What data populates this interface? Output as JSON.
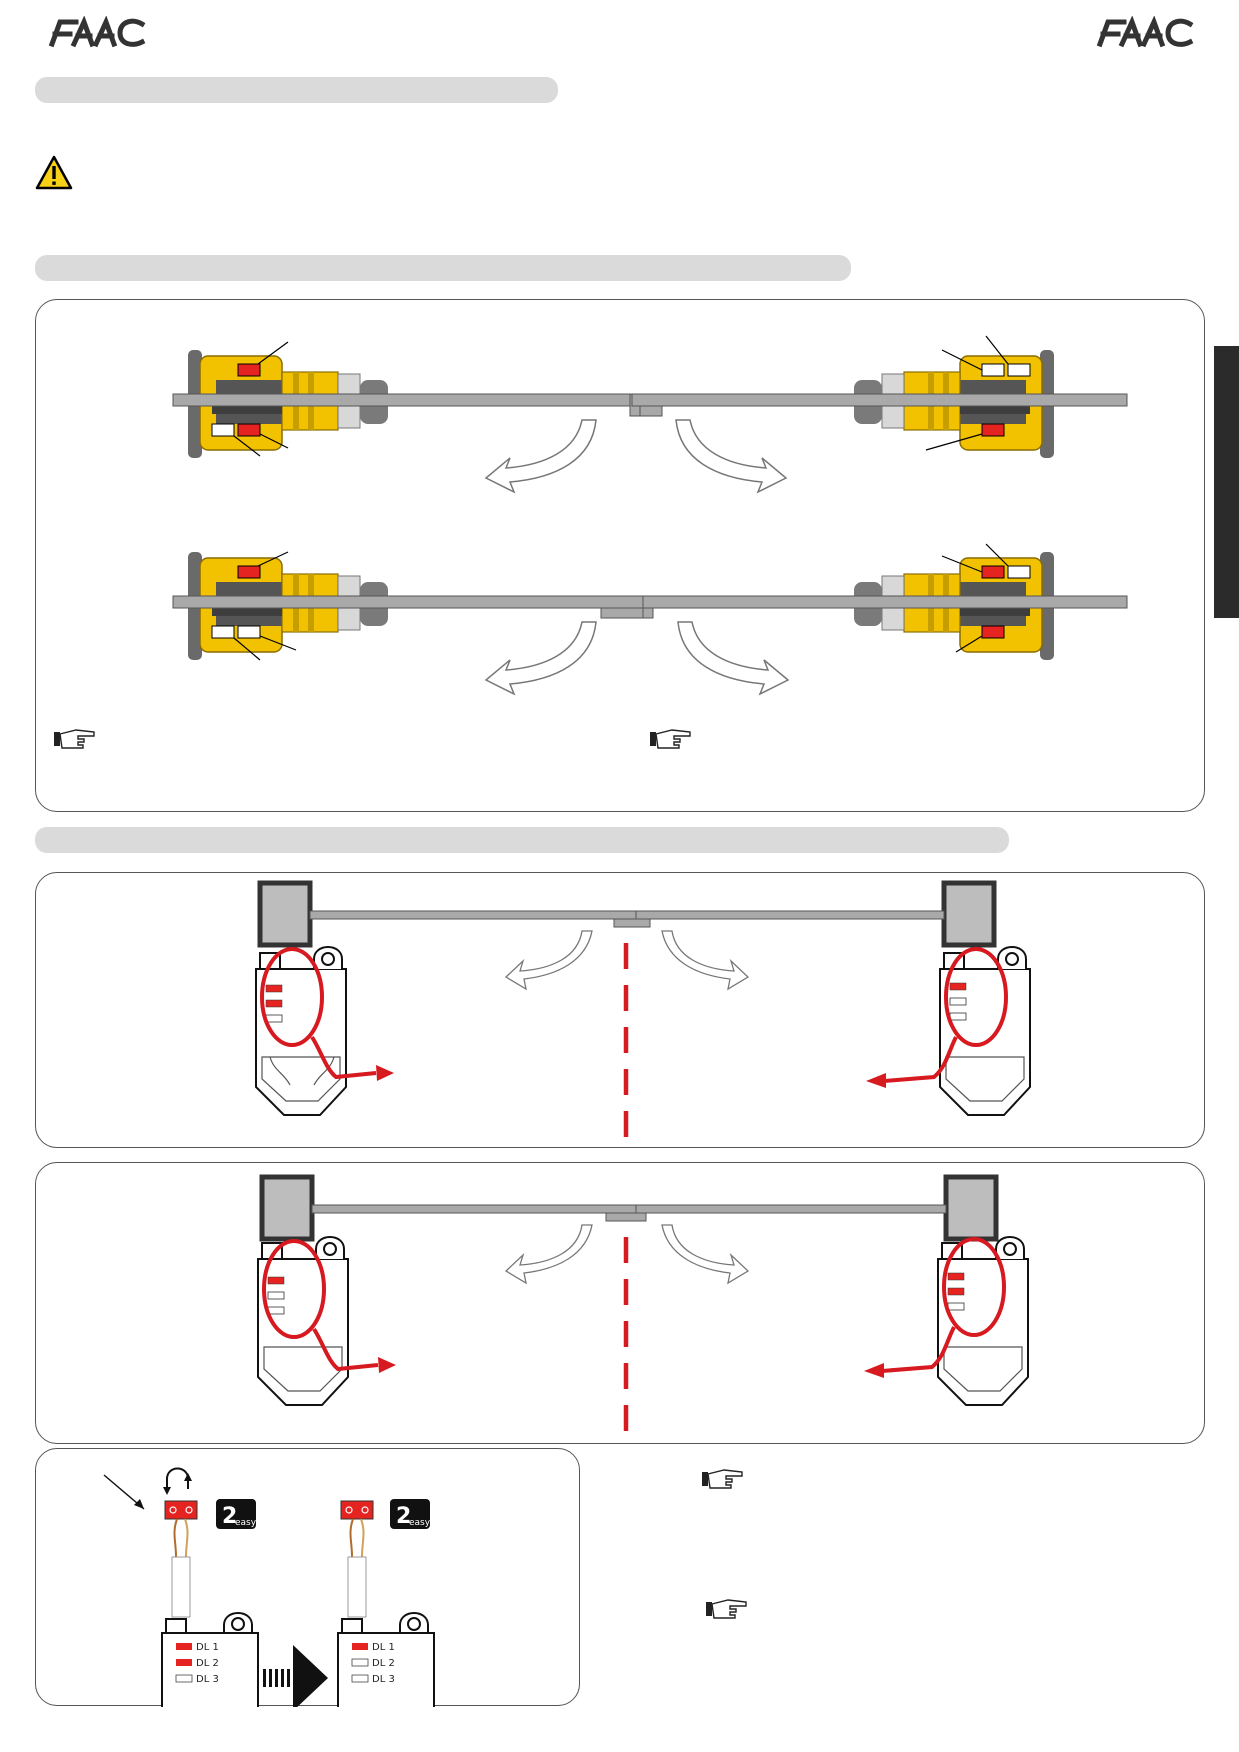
{
  "header": {
    "brand_left": "FAAC",
    "brand_right": "FAAC"
  },
  "colors": {
    "led_on": "#e52421",
    "led_off": "#ffffff",
    "gold": "#f2c200",
    "leaf_grey": "#a9a9a9",
    "marker_red": "#d71920",
    "bar_grey": "#dadada"
  },
  "icons": {
    "warning": "warning-triangle-icon",
    "hand_note": "pointing-hand-icon",
    "controller_logo": "2easy-logo"
  },
  "bottom_panel": {
    "logo_2easy": {
      "main": "2",
      "sub": "easy"
    },
    "before_leds": [
      "DL 1",
      "DL 2",
      "DL 3"
    ],
    "after_leds": [
      "DL 1",
      "DL 2",
      "DL 3"
    ],
    "before_states": [
      true,
      true,
      false
    ],
    "after_states": [
      true,
      false,
      false
    ]
  }
}
